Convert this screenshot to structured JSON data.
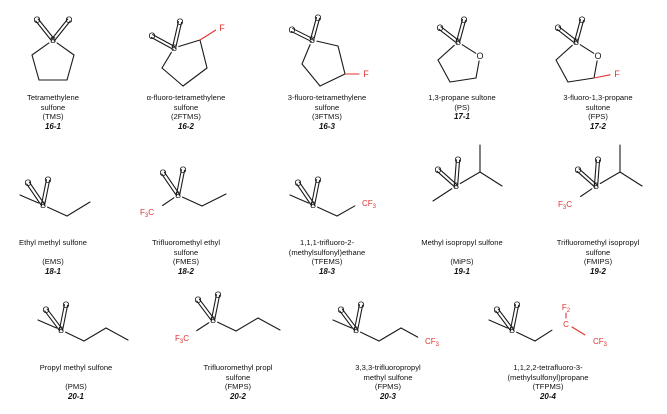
{
  "colors": {
    "bond": "#1a1a1a",
    "fluorine": "#e0332f",
    "text": "#111111"
  },
  "molecules": [
    {
      "name_lines": [
        "Tetramethylene",
        "sulfone"
      ],
      "abbr": "(TMS)",
      "number": "16-1"
    },
    {
      "name_lines": [
        "α-fluoro-tetramethylene",
        "sulfone"
      ],
      "abbr": "(2FTMS)",
      "number": "16-2"
    },
    {
      "name_lines": [
        "3-fluoro-tetramethylene",
        "sulfone"
      ],
      "abbr": "(3FTMS)",
      "number": "16-3"
    },
    {
      "name_lines": [
        "1,3-propane sultone"
      ],
      "abbr": "(PS)",
      "number": "17-1"
    },
    {
      "name_lines": [
        "3-fluoro-1,3-propane",
        "sultone"
      ],
      "abbr": "(FPS)",
      "number": "17-2"
    },
    {
      "name_lines": [
        "Ethyl methyl sulfone"
      ],
      "abbr": "(EMS)",
      "number": "18-1"
    },
    {
      "name_lines": [
        "Trifluoromethyl ethyl",
        "sulfone"
      ],
      "abbr": "(FMES)",
      "number": "18-2"
    },
    {
      "name_lines": [
        "1,1,1-trifluoro-2-",
        "(methylsulfonyl)ethane"
      ],
      "abbr": "(TFEMS)",
      "number": "18-3"
    },
    {
      "name_lines": [
        "Methyl isopropyl sulfone"
      ],
      "abbr": "(MiPS)",
      "number": "19-1"
    },
    {
      "name_lines": [
        "Trifluoromethyl isopropyl",
        "sulfone"
      ],
      "abbr": "(FMIPS)",
      "number": "19-2"
    },
    {
      "name_lines": [
        "Propyl methyl sulfone"
      ],
      "abbr": "(PMS)",
      "number": "20-1"
    },
    {
      "name_lines": [
        "Trifluoromethyl propl",
        "sulfone"
      ],
      "abbr": "(FMPS)",
      "number": "20-2"
    },
    {
      "name_lines": [
        "3,3,3-trifluoropropyl",
        "methyl sulfone"
      ],
      "abbr": "(FPMS)",
      "number": "20-3"
    },
    {
      "name_lines": [
        "1,1,2,2-tetrafluoro-3-",
        "(methylsulfonyl)propane"
      ],
      "abbr": "(TFPMS)",
      "number": "20-4"
    }
  ],
  "atom_labels": {
    "sulfur": "S",
    "oxygen": "O",
    "fluorine": "F",
    "cf3": "CF3",
    "f3c": "F3C",
    "cf2": "CF2"
  }
}
